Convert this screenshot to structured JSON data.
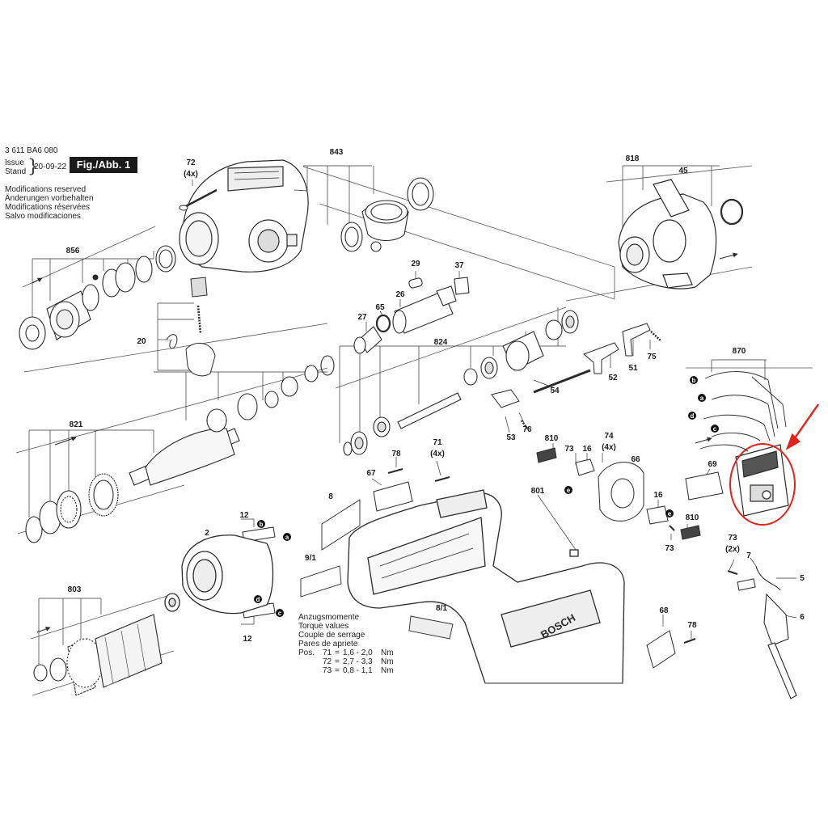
{
  "doc": {
    "doc_number": "3 611 BA6 080",
    "issue_label_1": "Issue",
    "issue_label_2": "Stand",
    "date": "20-09-22",
    "figure": "Fig./Abb. 1",
    "notes": [
      "Modifications reserved",
      "Änderungen vorbehalten",
      "Modifications réservées",
      "Salvo modificaciones"
    ]
  },
  "torque": {
    "headings": [
      "Anzugsmomente",
      "Torque values",
      "Couple de serrage",
      "Pares de apriete"
    ],
    "pos_label": "Pos.",
    "rows": [
      {
        "pos": "71",
        "eq": "=",
        "range": "1,6 - 2,0",
        "unit": "Nm"
      },
      {
        "pos": "72",
        "eq": "=",
        "range": "2,7 - 3,3",
        "unit": "Nm"
      },
      {
        "pos": "73",
        "eq": "=",
        "range": "0,8 - 1,1",
        "unit": "Nm"
      }
    ]
  },
  "callouts": {
    "c72_top": "72",
    "c72_top_qty": "(4x)",
    "c843": "843",
    "c818": "818",
    "c45": "45",
    "c856": "856",
    "c20": "20",
    "c29": "29",
    "c37": "37",
    "c26": "26",
    "c27": "27",
    "c65": "65",
    "c824": "824",
    "c52": "52",
    "c51": "51",
    "c75": "75",
    "c54": "54",
    "c76": "76",
    "c53": "53",
    "c870": "870",
    "c821": "821",
    "c78_mid": "78",
    "c71": "71",
    "c71_qty": "(4x)",
    "c810_a": "810",
    "c73_a": "73",
    "c16_a": "16",
    "c74": "74",
    "c74_qty": "(4x)",
    "c66": "66",
    "c69": "69",
    "c67": "67",
    "c8": "8",
    "c801": "801",
    "c12_top": "12",
    "c2": "2",
    "c16_b": "16",
    "c810_b": "810",
    "c73_b": "73",
    "c91": "9/1",
    "c73_c": "73",
    "c73_c_qty": "(2x)",
    "c7": "7",
    "c5": "5",
    "c6": "6",
    "c803": "803",
    "c81": "8/1",
    "c12_bottom": "12",
    "c68": "68",
    "c78_low": "78"
  },
  "wire_labels": {
    "b1": "b",
    "a1": "a",
    "e1": "e",
    "d1": "d",
    "c1": "c",
    "b2": "b",
    "a2": "a",
    "d2": "d",
    "c2": "c",
    "e2": "e"
  },
  "brand": "BOSCH",
  "colors": {
    "highlight": "#e2231a",
    "ink": "#2a2a2a"
  }
}
